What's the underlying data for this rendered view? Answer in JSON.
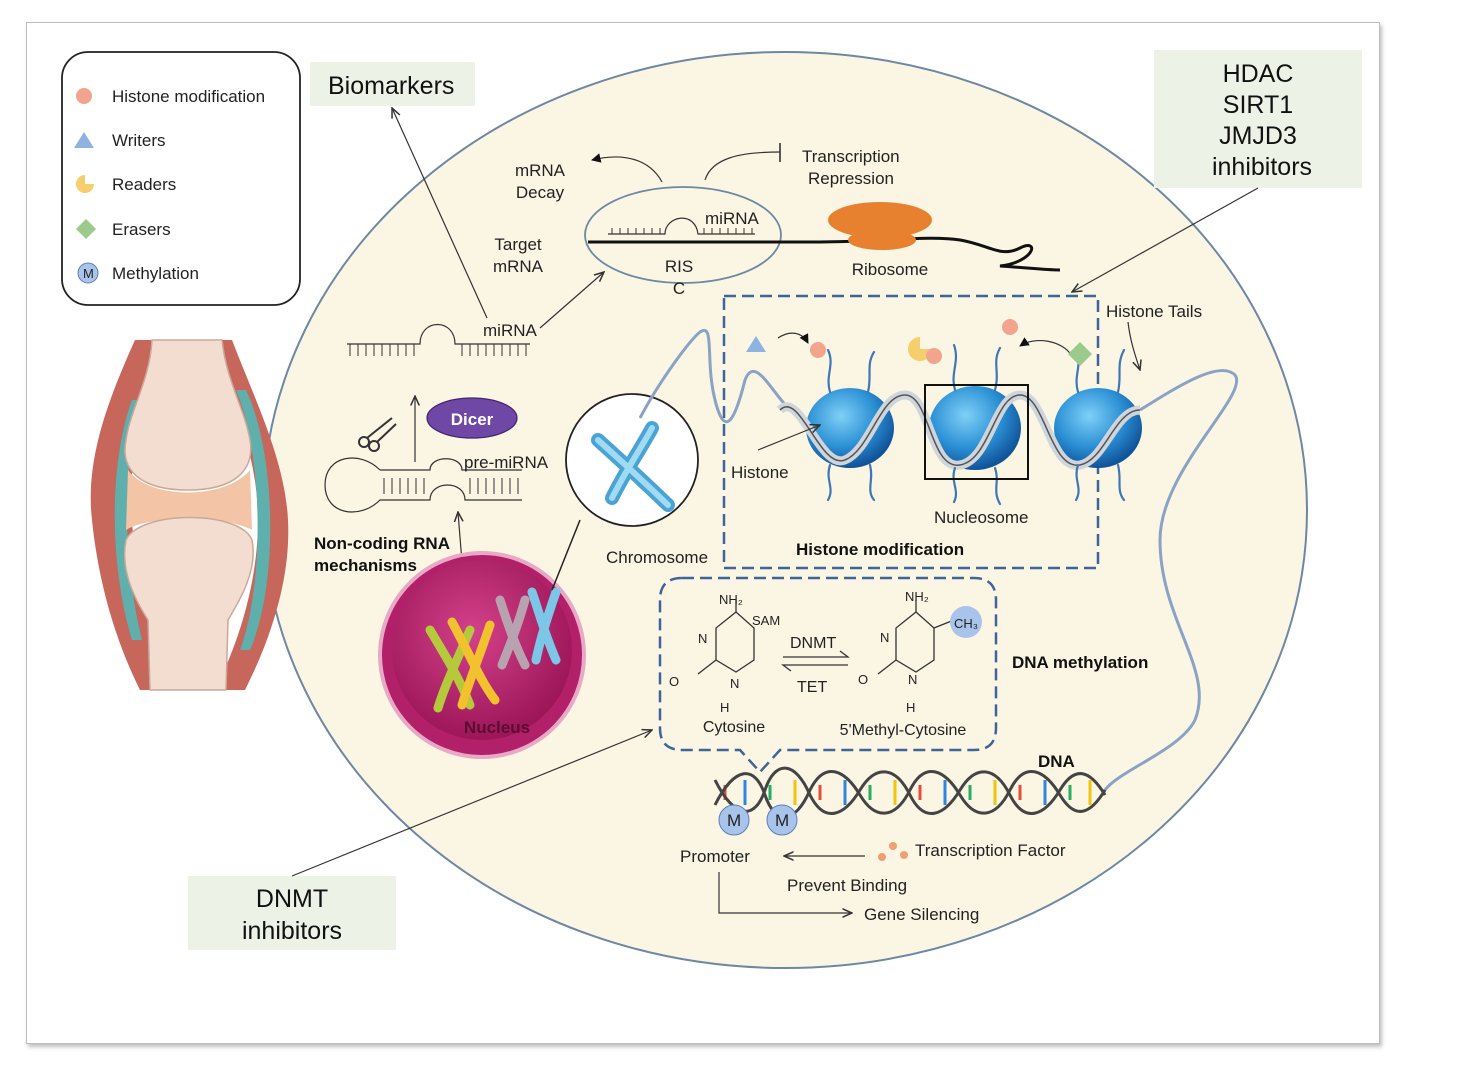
{
  "legend": {
    "items": [
      {
        "label": "Histone modification",
        "icon": "salmon-circle-icon",
        "color": "#f2a58c"
      },
      {
        "label": "Writers",
        "icon": "blue-triangle-icon",
        "color": "#8fb3e0"
      },
      {
        "label": "Readers",
        "icon": "yellow-pacman-icon",
        "color": "#f5cf6b"
      },
      {
        "label": "Erasers",
        "icon": "green-diamond-icon",
        "color": "#9cc98c"
      },
      {
        "label": "Methylation",
        "icon": "m-circle-icon",
        "color": "#a9c4ea",
        "badge": "M"
      }
    ]
  },
  "boxes": {
    "biomarkers": "Biomarkers",
    "hdac_lines": [
      "HDAC",
      "SIRT1",
      "JMJD3",
      "inhibitors"
    ],
    "dnmt_lines": [
      "DNMT",
      "inhibitors"
    ]
  },
  "rna": {
    "mrna_decay": [
      "mRNA",
      "Decay"
    ],
    "transcription_repression": [
      "Transcription",
      "Repression"
    ],
    "target_mrna": [
      "Target",
      "mRNA"
    ],
    "risc_mirna": "miRNA",
    "risc": [
      "RIS",
      "C"
    ],
    "ribosome": "Ribosome",
    "mirna": "miRNA",
    "dicer": "Dicer",
    "pre_mirna": "pre-miRNA",
    "mechanisms": [
      "Non-coding RNA",
      "mechanisms"
    ],
    "chromosome": "Chromosome",
    "nucleus": "Nucleus"
  },
  "histone": {
    "tails": "Histone Tails",
    "histone": "Histone",
    "nucleosome": "Nucleosome",
    "title": "Histone modification"
  },
  "methylation": {
    "nh2": "NH₂",
    "sam": "SAM",
    "dnmt": "DNMT",
    "tet": "TET",
    "ch3": "CH₃",
    "n": "N",
    "o": "O",
    "h": "H",
    "cytosine": "Cytosine",
    "methyl_cytosine": "5'Methyl-Cytosine",
    "title": "DNA methylation"
  },
  "dna": {
    "label": "DNA",
    "m": "M",
    "promoter": "Promoter",
    "transcription_factor": "Transcription Factor",
    "prevent_binding": "Prevent Binding",
    "gene_silencing": "Gene Silencing"
  }
}
